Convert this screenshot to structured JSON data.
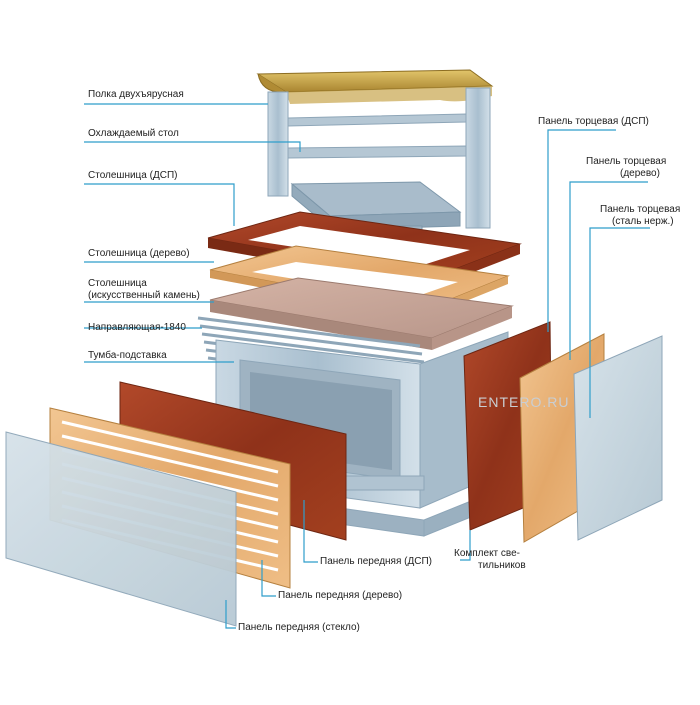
{
  "labels": {
    "shelf": "Полка двухъярусная",
    "cooled_table": "Охлаждаемый стол",
    "top_dsp": "Столешница (ДСП)",
    "top_wood": "Столешница (дерево)",
    "top_stone_1": "Столешница",
    "top_stone_2": "(искусственный камень)",
    "guides": "Направляющая-1840",
    "cabinet": "Тумба-подставка",
    "end_dsp": "Панель торцевая (ДСП)",
    "end_wood_1": "Панель торцевая",
    "end_wood_2": "(дерево)",
    "end_steel_1": "Панель торцевая",
    "end_steel_2": "(сталь нерж.)",
    "lamps_1": "Комплект све-",
    "lamps_2": "тильников",
    "front_dsp": "Панель передняя (ДСП)",
    "front_wood": "Панель передняя (дерево)",
    "front_glass": "Панель передняя (стекло)"
  },
  "watermark": "ENTERO.RU",
  "colors": {
    "leader": "#2f9ecb",
    "steel": "#b9cbd8",
    "steel_dark": "#8ea6b8",
    "wood_dark": "#9a3a1c",
    "wood_light": "#e8b57a",
    "stone": "#c9a99b",
    "glass": "#c7d6df",
    "brass": "#c9a54a"
  }
}
